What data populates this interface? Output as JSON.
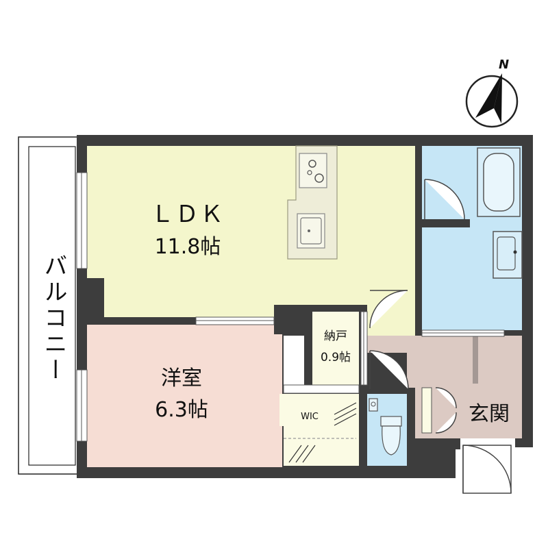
{
  "compass": {
    "north_label": "N"
  },
  "colors": {
    "wall": "#3d3d3d",
    "ldk": "#f4f6cc",
    "bedroom": "#f6ddd4",
    "wet_area": "#c6e6f6",
    "entry_hall": "#dccac3",
    "storage": "#fbfbe4",
    "kitchen_counter": "#eeedd8"
  },
  "rooms": {
    "ldk": {
      "name": "ＬＤＫ",
      "size": "11.8帖"
    },
    "bedroom": {
      "name": "洋室",
      "size": "6.3帖"
    },
    "storage": {
      "name": "納戸",
      "size": "0.9帖"
    },
    "wic": {
      "name": "WIC"
    },
    "entrance": {
      "name": "玄関"
    },
    "balcony": {
      "name": "バルコニー"
    }
  }
}
